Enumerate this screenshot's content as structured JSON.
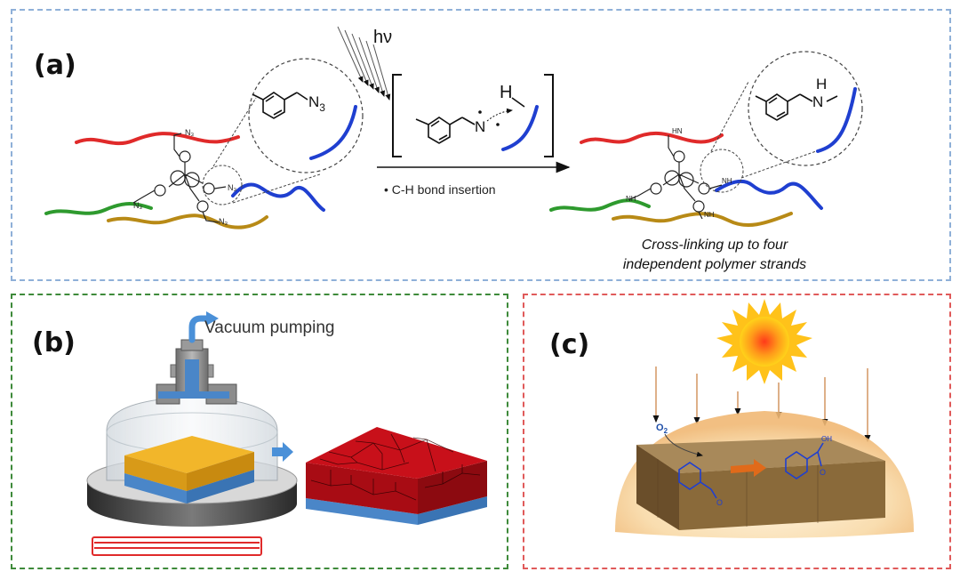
{
  "panel_a": {
    "label": "(a)",
    "light": "hν",
    "azide": "N",
    "azide_sub": "3",
    "intermediate_h": "H",
    "intermediate_n": "N",
    "product_nh_n": "N",
    "product_nh_h": "H",
    "mini_nh": "NH",
    "mini_hn": "HN",
    "mini_azide": "N₃",
    "step_label": "• C-H bond insertion",
    "caption_line1": "Cross-linking up to four",
    "caption_line2": "independent polymer strands",
    "colors": {
      "red": "#e02a2a",
      "blue": "#1f3fd0",
      "green": "#2e9a2e",
      "gold": "#b88a16"
    }
  },
  "panel_b": {
    "label": "(b)",
    "vacuum_label": "Vacuum pumping",
    "colors": {
      "film": "#f2b62a",
      "substrate": "#4a86c8",
      "network": "#c8101a",
      "heater": "#e02a2a"
    }
  },
  "panel_c": {
    "label": "(c)",
    "oxygen": "O",
    "oxygen_sub": "2",
    "aldehyde_o": "O",
    "acid_oh": "OH",
    "acid_o": "O",
    "colors": {
      "sun": "#ffc21a",
      "block": "#8a6a3a",
      "dome": "#f7c98a"
    }
  }
}
